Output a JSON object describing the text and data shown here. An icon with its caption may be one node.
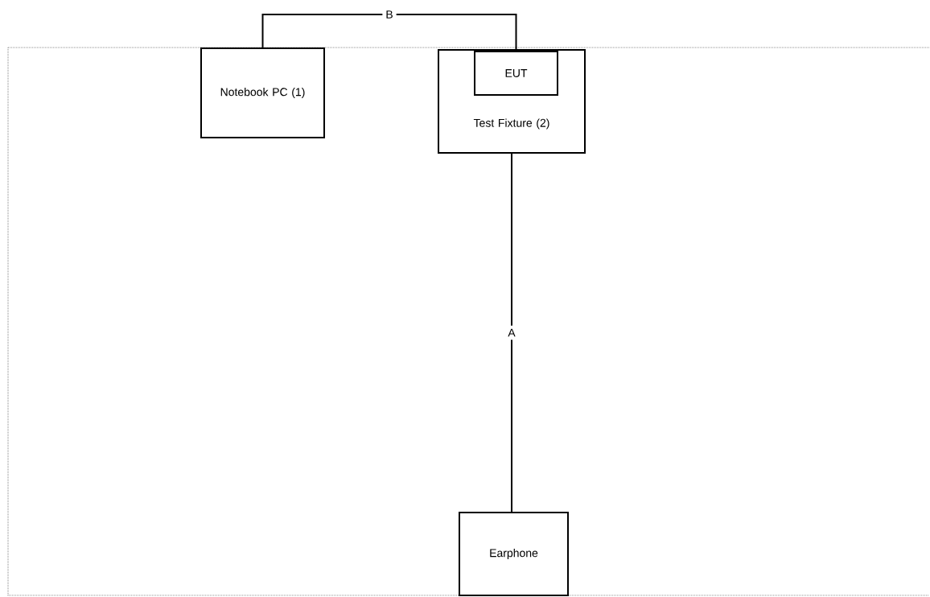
{
  "diagram": {
    "nodes": [
      {
        "text": [
          "Notebook PC (1)"
        ]
      },
      {
        "text": [
          "Test Fixture (2)"
        ]
      },
      {
        "text": [
          "EUT"
        ],
        "in": 1
      },
      {
        "text": [
          "Earphone"
        ]
      }
    ],
    "edges": [
      {
        "from": 0,
        "to": 2,
        "arrow": "none",
        "label": "B"
      },
      {
        "from": 1,
        "to": 3,
        "arrow": "none",
        "label": "A"
      }
    ]
  }
}
